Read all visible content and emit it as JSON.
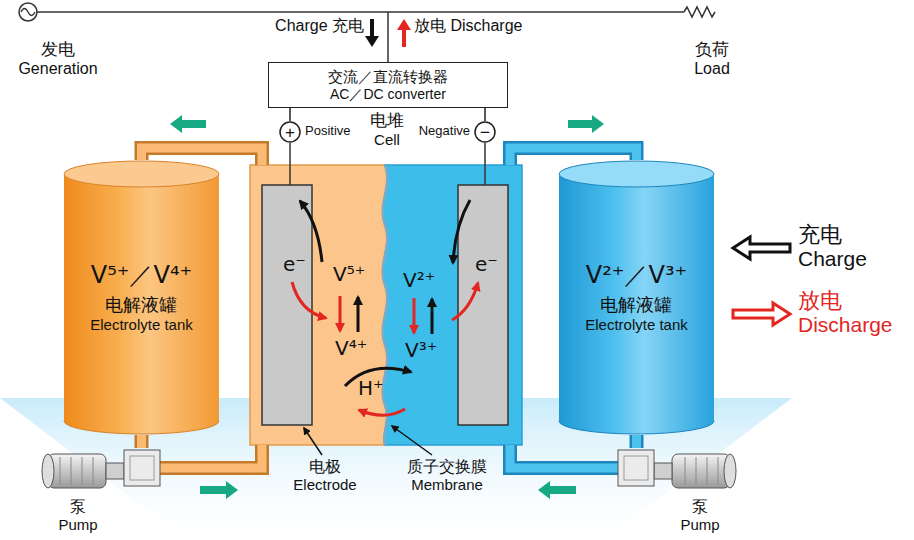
{
  "diagram": {
    "nodes": [
      {
        "text": [
          "交流／直流转换器 AC／DC converter"
        ]
      },
      {
        "text": [
          "+"
        ]
      },
      {
        "text": [
          "−"
        ]
      },
      {
        "text": [
          "V⁵⁺／V⁴⁺",
          "电解液罐 Electrolyte tank"
        ]
      },
      {
        "text": [
          "e⁻",
          "V⁵⁺",
          "V²⁺",
          "e⁻",
          "V⁴⁺",
          "V³⁺",
          "H⁺"
        ]
      },
      {
        "text": [
          "V²⁺／V³⁺",
          "电解液罐 Electrolyte tank"
        ]
      },
      {
        "text": [
          "泵 Pump"
        ]
      },
      {
        "text": [
          "泵 Pump"
        ]
      }
    ],
    "edges": [
      {
        "from": 0,
        "to": 1,
        "arrow": "none"
      },
      {
        "from": 0,
        "to": 2,
        "arrow": "none"
      },
      {
        "from": 4,
        "to": 3,
        "arrow": "none"
      },
      {
        "from": 3,
        "to": 6,
        "arrow": "none"
      },
      {
        "from": 6,
        "to": 4,
        "arrow": "none"
      },
      {
        "from": 4,
        "to": 5,
        "arrow": "none"
      },
      {
        "from": 5,
        "to": 7,
        "arrow": "none"
      },
      {
        "from": 7,
        "to": 4,
        "arrow": "none"
      }
    ],
    "labels": [
      "发电 Generation",
      "Charge 充电",
      "放电 Discharge",
      "负荷 Load",
      "Positive",
      "电堆 Cell",
      "Negative",
      "电极 Electrode",
      "质子交换膜 Membrane"
    ],
    "legend": [
      {
        "text": "充电 Charge"
      },
      {
        "text": "放电 Discharge"
      }
    ]
  }
}
